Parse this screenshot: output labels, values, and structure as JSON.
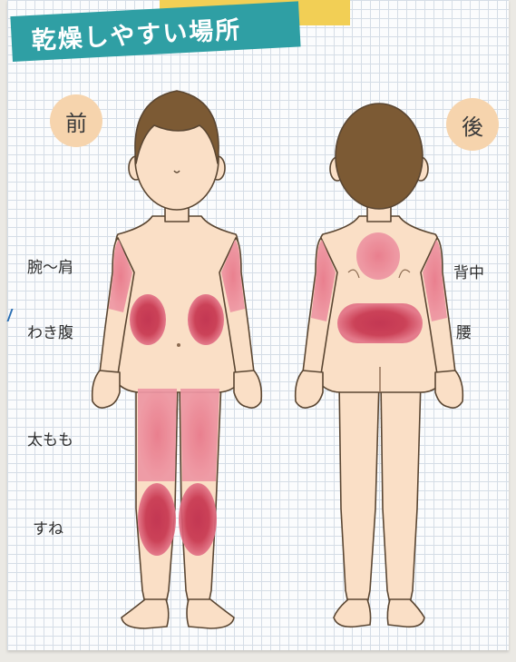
{
  "title": "乾燥しやすい場所",
  "sides": {
    "front": "前",
    "back": "後"
  },
  "regions": {
    "arm_shoulder": "腕～肩",
    "side_abdomen": "わき腹",
    "thigh": "太もも",
    "shin": "すね",
    "back": "背中",
    "lower_back": "腰"
  },
  "colors": {
    "banner": "#2f9fa4",
    "badge": "#f6d4ad",
    "skin": "#fadfc6",
    "hair": "#7c5a34",
    "dry_area_light": "#e7798b",
    "dry_area_dark": "#bf2a4a"
  }
}
